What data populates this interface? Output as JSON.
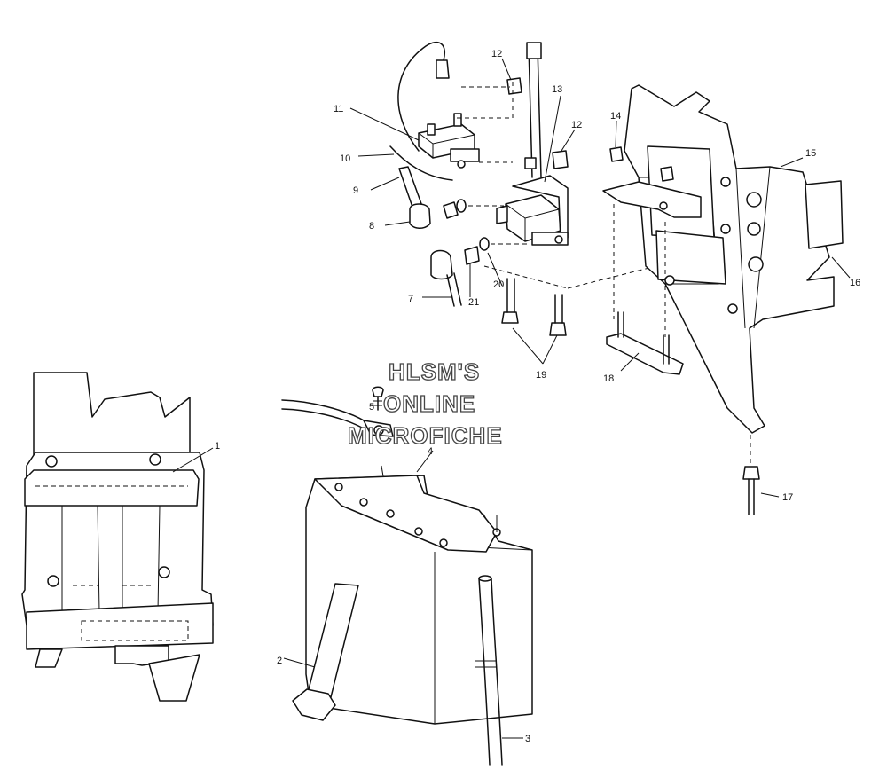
{
  "diagram": {
    "callouts": [
      "1",
      "2",
      "3",
      "4",
      "5",
      "7",
      "8",
      "9",
      "10",
      "11",
      "12",
      "12",
      "13",
      "14",
      "15",
      "16",
      "17",
      "18",
      "19",
      "20",
      "21"
    ],
    "watermark": [
      "HLSM'S",
      "ONLINE",
      "MICROFICHE"
    ]
  }
}
